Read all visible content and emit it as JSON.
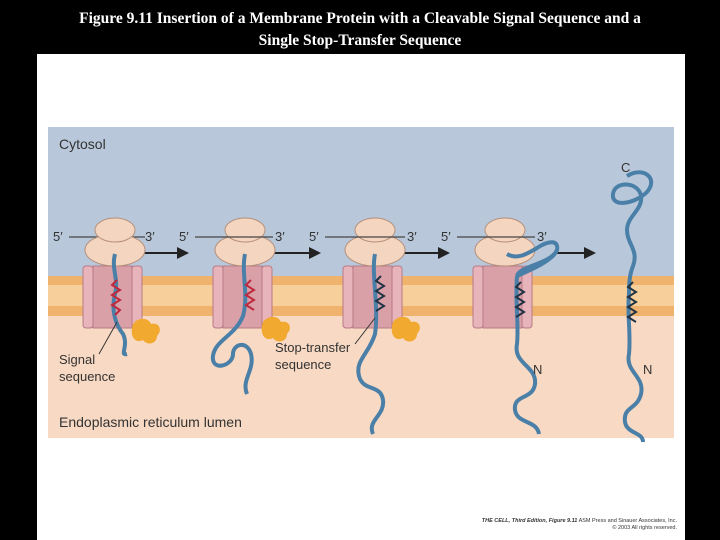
{
  "slide": {
    "title_line1": "Figure 9.11  Insertion of a Membrane Protein with a Cleavable Signal Sequence and a",
    "title_line2": "Single Stop-Transfer Sequence"
  },
  "diagram": {
    "region_cytosol": "Cytosol",
    "region_lumen": "Endoplasmic reticulum lumen",
    "label_signal_line1": "Signal",
    "label_signal_line2": "sequence",
    "label_stop_line1": "Stop-transfer",
    "label_stop_line2": "sequence",
    "end_5prime": "5′",
    "end_3prime": "3′",
    "c_terminus": "C",
    "n_terminus": "N",
    "colors": {
      "cytosol": "#b8c8da",
      "lumen": "#f8d9c3",
      "membrane_orange": "#f0b36d",
      "membrane_core": "#f6cf9a",
      "ribosome": "#f4d5bf",
      "translocon": "#d9a0a8",
      "polypeptide": "#4a7fa8",
      "signal_helix": "#c0283c",
      "stop_transfer_helix": "#223344",
      "peptidase": "#f1a92f"
    }
  },
  "credit": {
    "book": "THE CELL, Third Edition, Figure 9.11",
    "publisher": "ASM Press and Sinauer Associates, Inc.",
    "copyright": "© 2003 All rights reserved."
  }
}
